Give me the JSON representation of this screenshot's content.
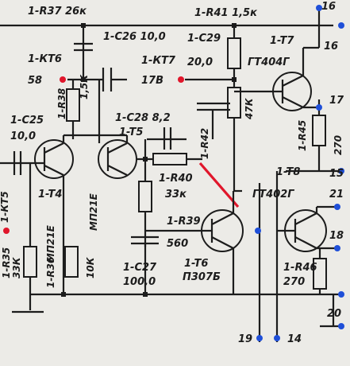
{
  "labels": {
    "r37": "1-R37 26к",
    "r41": "1-R41 1,5к",
    "c26": "1-C26 10,0",
    "c29": "1-C29",
    "c29v": "20,0",
    "t7": "1-T7",
    "t7type": "ГТ404Г",
    "kt6": "1-КТ6",
    "kt6v": "58",
    "kt7": "1-КТ7",
    "kt7v": "17В",
    "r38": "1-R38",
    "r38v": "1,5К",
    "c28": "1-C28 8,2",
    "t5": "1-T5",
    "c25": "1-C25",
    "c25v": "10,0",
    "r40": "1-R40",
    "r40v": "33к",
    "r42": "1-R42",
    "r42v": "47К",
    "r45": "1-R45",
    "r45v": "270",
    "t4": "1-T4",
    "mp21e_a": "МП21Е",
    "mp21e_b": "МП21Е",
    "kt5": "1-КТ5",
    "r39": "1-R39",
    "r39v": "560",
    "t8": "1-T8",
    "t8type": "ГТ402Г",
    "r35": "1-R35",
    "r35v": "33К",
    "r36": "1-R36",
    "r36v": "10К",
    "c27": "1-C27",
    "c27v": "100,0",
    "t6": "1-T6",
    "t6type": "П307Б",
    "r46": "1-R46",
    "r46v": "270",
    "n16a": "16",
    "n16b": "16",
    "n17": "17",
    "n15": "15",
    "n21": "21",
    "n18": "18",
    "n20": "20",
    "n19": "19",
    "n14": "14"
  },
  "colors": {
    "paper": "#ecebe7",
    "ink": "#1c1c1c",
    "pin_blue": "#1f4fd8",
    "pin_red": "#e0162b",
    "highlight": "#e0162b"
  }
}
